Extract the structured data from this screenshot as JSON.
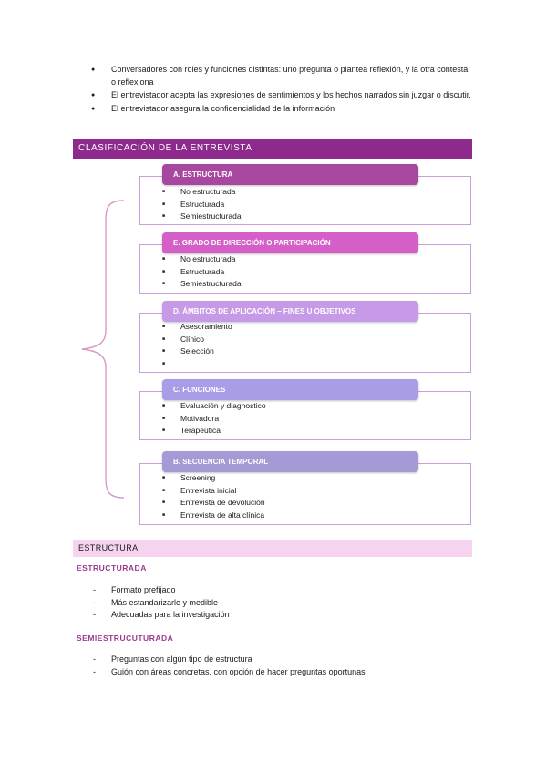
{
  "intro_bullets": [
    "Conversadores con roles y funciones distintas: uno pregunta o plantea reflexión, y la otra contesta o reflexiona",
    "El entrevistador acepta las expresiones de sentimientos y los hechos narrados sin juzgar o discutir.",
    "El entrevistador asegura la confidencialidad de la información"
  ],
  "banner_title": "CLASIFICACIÓN DE LA ENTREVISTA",
  "groups": [
    {
      "label": "A.   ESTRUCTURA",
      "color": "#a8479f",
      "items": [
        "No estructurada",
        "Estructurada",
        "Semiestructurada"
      ]
    },
    {
      "label": "E.   GRADO DE DIRECCIÓN O PARTICIPACIÓN",
      "color": "#d65ec9",
      "items": [
        "No estructurada",
        "Estructurada",
        "Semiestructurada"
      ]
    },
    {
      "label": "D.   ÁMBITOS DE APLICACIÓN – FINES U OBJETIVOS",
      "color": "#c69ae6",
      "items": [
        "Asesoramiento",
        "Clínico",
        "Selección",
        "..."
      ]
    },
    {
      "label": "C.   FUNCIONES",
      "color": "#a99de8",
      "items": [
        "Evaluación y diagnostico",
        "Motivadora",
        "Terapéutica"
      ]
    },
    {
      "label": "B.   SECUENCIA TEMPORAL",
      "color": "#a69ad6",
      "items": [
        "Screening",
        "Entrevista inicial",
        "Entrevista de devolución",
        "Entrevista de alta clínica"
      ]
    }
  ],
  "section_heading": "ESTRUCTURA",
  "subsections": [
    {
      "title": "ESTRUCTURADA",
      "items": [
        "Formato prefijado",
        "Más estandarizarle y medible",
        "Adecuadas para la investigación"
      ]
    },
    {
      "title": "SEMIESTRUCUTURADA",
      "items": [
        "Preguntas con algún tipo de estructura",
        "Guión con áreas concretas, con opción de hacer preguntas oportunas"
      ]
    }
  ],
  "colors": {
    "banner": "#8e2a8e",
    "section_band": "#f6d3ef",
    "subheading": "#9b3a8f",
    "box_border": "#c9a0d9"
  }
}
